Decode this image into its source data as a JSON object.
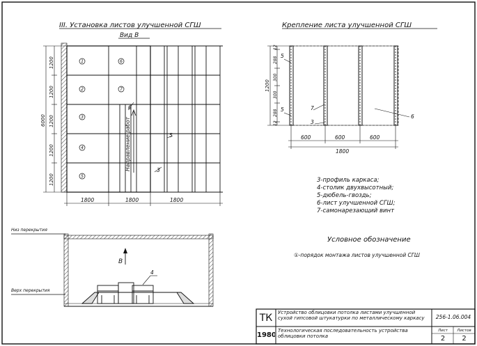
{
  "left_plan": {
    "title": "III. Установка листов улучшенной СГШ",
    "view_label": "Вид В",
    "panel_numbers": [
      "1",
      "2",
      "3",
      "4",
      "5",
      "6",
      "7"
    ],
    "dim_rows": [
      "1200",
      "1200",
      "1200",
      "1200",
      "1200"
    ],
    "dim_total": "6000",
    "dim_cols": [
      "1800",
      "1800",
      "1800"
    ],
    "direction_text": "Направление работ",
    "callouts": {
      "c6": "6",
      "c5": "5",
      "c3": "3"
    }
  },
  "right_detail": {
    "title": "Крепление листа улучшенной СГШ",
    "dims_left": [
      "12",
      "288",
      "300",
      "300",
      "288",
      "12"
    ],
    "dim_total": "1200",
    "dims_bottom": [
      "600",
      "600",
      "600"
    ],
    "dim_bottom_total": "1800",
    "callouts": {
      "c5a": "5",
      "c5b": "5",
      "c7": "7",
      "c3": "3",
      "c6": "6"
    }
  },
  "legend": {
    "items": [
      "3-профиль каркаса;",
      "4-столик двухвысотный;",
      "5-дюбель-гвоздь;",
      "6-лист улучшенной СГШ;",
      "7-самонарезающий винт"
    ]
  },
  "symbol": {
    "title": "Условное обозначение",
    "text": "①-порядок монтажа листов улучшенной СГШ"
  },
  "section": {
    "top_label": "Низ перекрытия",
    "bottom_label": "Верх перекрытия",
    "view_label": "В",
    "callout": "4"
  },
  "title_block": {
    "code_1": "ТК",
    "desc_1": "Устройство облицовки потолка листами улучшенной сухой гипсовой штукатурки по металлическому каркасу",
    "doc_number": "256-1.06.004",
    "code_2": "1980",
    "desc_2": "Технологическая последовательность устройства облицовки потолка",
    "sheet_label": "Лист",
    "sheets_label": "Листов",
    "sheet": "2",
    "sheets": "2"
  }
}
